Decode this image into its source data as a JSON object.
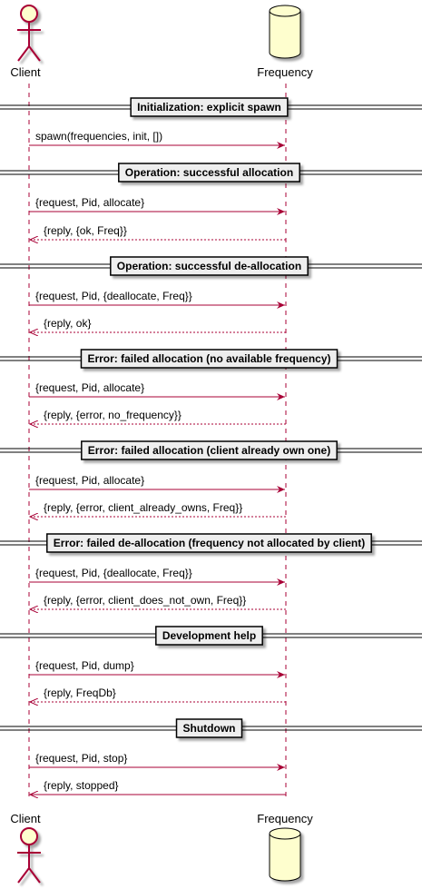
{
  "participants": {
    "client": "Client",
    "frequency": "Frequency"
  },
  "sections": [
    {
      "title": "Initialization: explicit spawn",
      "messages": [
        {
          "text": "spawn(frequencies, init, [])",
          "direction": "to_frequency",
          "style": "solid"
        }
      ]
    },
    {
      "title": "Operation: successful allocation",
      "messages": [
        {
          "text": "{request, Pid, allocate}",
          "direction": "to_frequency",
          "style": "solid"
        },
        {
          "text": "{reply, {ok, Freq}}",
          "direction": "to_client",
          "style": "dashed"
        }
      ]
    },
    {
      "title": "Operation: successful de-allocation",
      "messages": [
        {
          "text": "{request, Pid, {deallocate, Freq}}",
          "direction": "to_frequency",
          "style": "solid"
        },
        {
          "text": "{reply, ok}",
          "direction": "to_client",
          "style": "dashed"
        }
      ]
    },
    {
      "title": "Error: failed allocation (no available frequency)",
      "messages": [
        {
          "text": "{request, Pid, allocate}",
          "direction": "to_frequency",
          "style": "solid"
        },
        {
          "text": "{reply, {error, no_frequency}}",
          "direction": "to_client",
          "style": "dashed"
        }
      ]
    },
    {
      "title": "Error: failed allocation (client already own one)",
      "messages": [
        {
          "text": "{request, Pid, allocate}",
          "direction": "to_frequency",
          "style": "solid"
        },
        {
          "text": "{reply, {error, client_already_owns, Freq}}",
          "direction": "to_client",
          "style": "dashed"
        }
      ]
    },
    {
      "title": "Error: failed de-allocation (frequency not allocated by client)",
      "messages": [
        {
          "text": "{request, Pid, {deallocate, Freq}}",
          "direction": "to_frequency",
          "style": "solid"
        },
        {
          "text": "{reply, {error, client_does_not_own, Freq}}",
          "direction": "to_client",
          "style": "dashed"
        }
      ]
    },
    {
      "title": "Development help",
      "messages": [
        {
          "text": "{request, Pid, dump}",
          "direction": "to_frequency",
          "style": "solid"
        },
        {
          "text": "{reply, FreqDb}",
          "direction": "to_client",
          "style": "dashed"
        }
      ]
    },
    {
      "title": "Shutdown",
      "messages": [
        {
          "text": "{request, Pid, stop}",
          "direction": "to_frequency",
          "style": "solid"
        },
        {
          "text": "{reply, stopped}",
          "direction": "to_client",
          "style": "solid"
        }
      ]
    }
  ],
  "colors": {
    "arrow": "#A80036",
    "lifeline": "#A80036",
    "actor_fill": "#FEFECE",
    "actor_stroke": "#A80036",
    "divider_fill": "#EEEEEE",
    "divider_line": "#000000"
  }
}
